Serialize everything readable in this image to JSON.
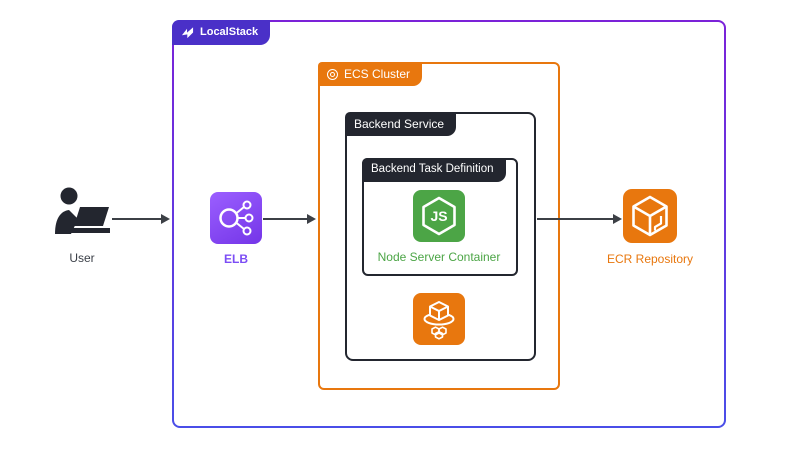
{
  "diagram": {
    "outer_group": {
      "label": "LocalStack",
      "badge_color": "#4A30C8",
      "border_gradient_top": "#7B22D8",
      "border_gradient_bottom": "#4A4EE8"
    },
    "ecs_cluster": {
      "label": "ECS Cluster",
      "color": "#E8770E"
    },
    "backend_service": {
      "label": "Backend Service",
      "color": "#23262F"
    },
    "backend_task_definition": {
      "label": "Backend Task Definition",
      "color": "#23262F"
    },
    "nodes": {
      "user": {
        "label": "User",
        "icon": "person-at-laptop-icon",
        "color": "#23262F"
      },
      "elb": {
        "label": "ELB",
        "icon": "load-balancer-icon",
        "color": "#8C4FFF"
      },
      "node_server_container": {
        "label": "Node Server Container",
        "icon": "nodejs-icon",
        "color": "#4CA546"
      },
      "ecs_service": {
        "icon": "ecs-service-icon",
        "color": "#E8770E"
      },
      "ecr_repository": {
        "label": "ECR Repository",
        "icon": "ecr-repository-icon",
        "color": "#E8770E"
      }
    },
    "arrow_color": "#3C4046"
  }
}
